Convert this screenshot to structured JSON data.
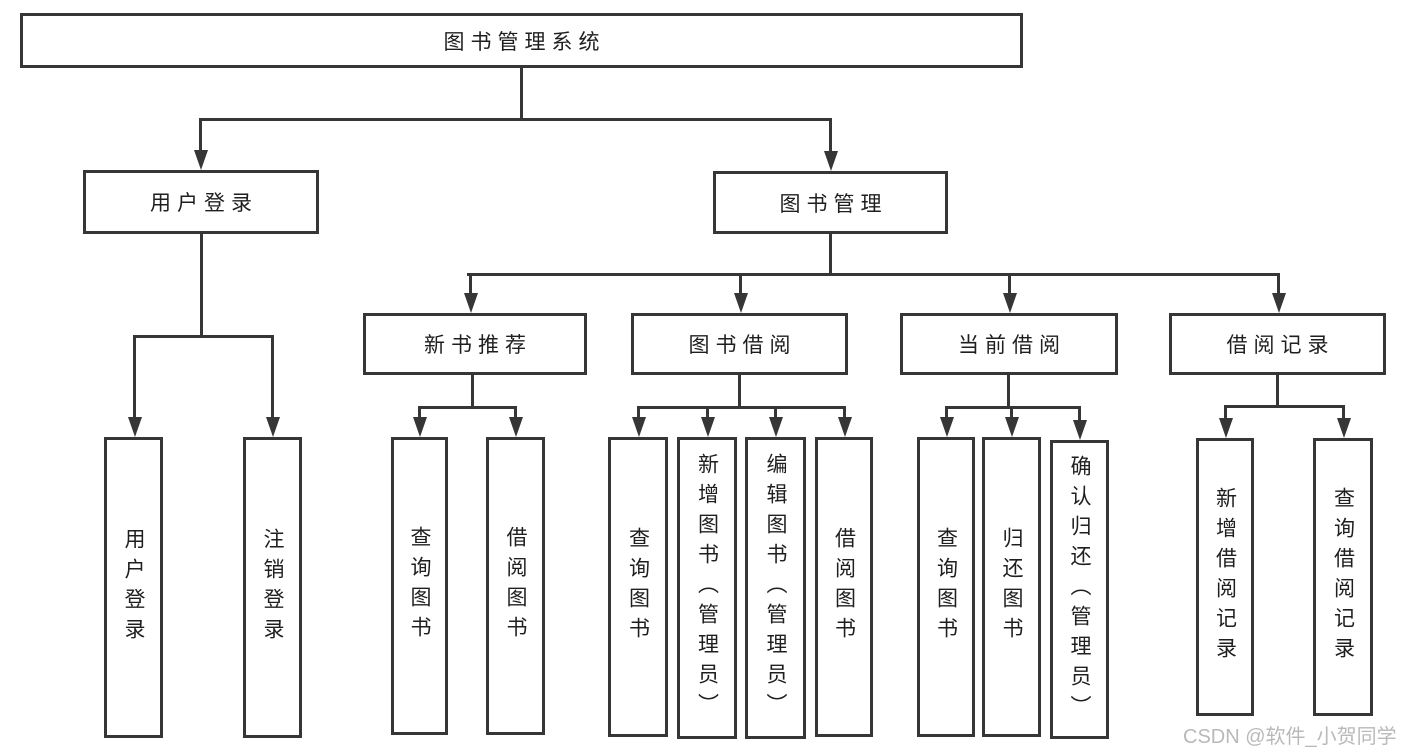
{
  "diagram": {
    "type": "tree",
    "root": {
      "label": "图书管理系统"
    },
    "branches": [
      {
        "id": "user-login",
        "label": "用户登录",
        "parent": "图书管理系统"
      },
      {
        "id": "book-management",
        "label": "图书管理",
        "parent": "图书管理系统"
      }
    ],
    "modules": [
      {
        "id": "new-book-recommend",
        "label": "新书推荐",
        "parent": "图书管理"
      },
      {
        "id": "book-borrow",
        "label": "图书借阅",
        "parent": "图书管理"
      },
      {
        "id": "current-borrow",
        "label": "当前借阅",
        "parent": "图书管理"
      },
      {
        "id": "borrow-record",
        "label": "借阅记录",
        "parent": "图书管理"
      }
    ],
    "leaves": [
      {
        "label": "用户登录",
        "parent": "用户登录"
      },
      {
        "label": "注销登录",
        "parent": "用户登录"
      },
      {
        "label": "查询图书",
        "parent": "新书推荐"
      },
      {
        "label": "借阅图书",
        "parent": "新书推荐"
      },
      {
        "label": "查询图书",
        "parent": "图书借阅"
      },
      {
        "label": "新增图书（管理员）",
        "parent": "图书借阅"
      },
      {
        "label": "编辑图书（管理员）",
        "parent": "图书借阅"
      },
      {
        "label": "借阅图书",
        "parent": "图书借阅"
      },
      {
        "label": "查询图书",
        "parent": "当前借阅"
      },
      {
        "label": "归还图书",
        "parent": "当前借阅"
      },
      {
        "label": "确认归还（管理员）",
        "parent": "当前借阅"
      },
      {
        "label": "新增借阅记录",
        "parent": "借阅记录"
      },
      {
        "label": "查询借阅记录",
        "parent": "借阅记录"
      }
    ]
  },
  "watermark": {
    "text": "CSDN @软件_小贺同学"
  },
  "colors": {
    "line": "#363636",
    "text": "#1f1f1f",
    "background": "#ffffff",
    "watermark": "#b9b9b9"
  }
}
